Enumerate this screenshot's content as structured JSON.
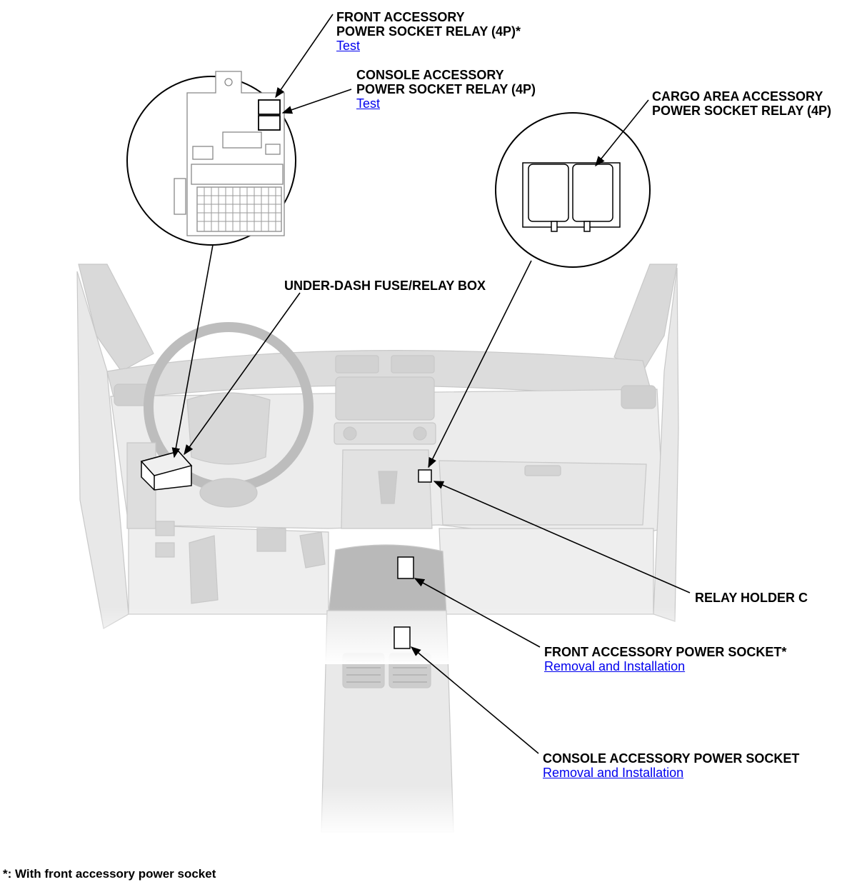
{
  "labels": {
    "front_relay": {
      "line1": "FRONT ACCESSORY",
      "line2": "POWER SOCKET RELAY (4P)*",
      "link": "Test"
    },
    "console_relay": {
      "line1": "CONSOLE ACCESSORY",
      "line2": "POWER SOCKET RELAY (4P)",
      "link": "Test"
    },
    "cargo_relay": {
      "line1": "CARGO AREA ACCESSORY",
      "line2": "POWER SOCKET RELAY (4P)"
    },
    "fuse_box": {
      "line1": "UNDER-DASH FUSE/RELAY BOX"
    },
    "relay_holder": {
      "line1": "RELAY HOLDER C"
    },
    "front_socket": {
      "line1": "FRONT ACCESSORY POWER SOCKET*",
      "link": "Removal and Installation"
    },
    "console_socket": {
      "line1": "CONSOLE ACCESSORY POWER SOCKET",
      "link": "Removal and Installation"
    }
  },
  "footnote": "*: With front accessory power socket",
  "colors": {
    "link": "#0000ee",
    "interior": "#e6e6e6",
    "interior_dark": "#bdbdbd",
    "leader": "#000000"
  }
}
